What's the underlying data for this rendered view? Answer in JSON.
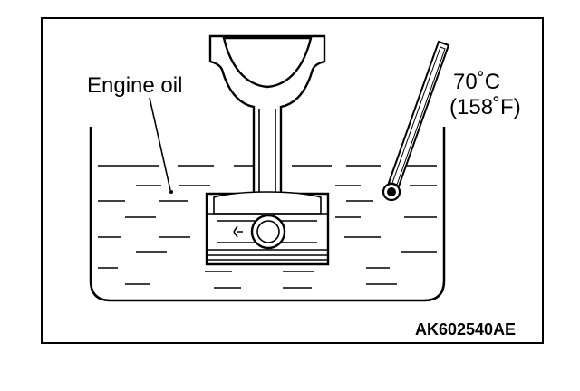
{
  "figure": {
    "oil_label": "Engine oil",
    "temp_c": "70˚C",
    "temp_f": "(158˚F)",
    "figure_code": "AK602540AE"
  }
}
